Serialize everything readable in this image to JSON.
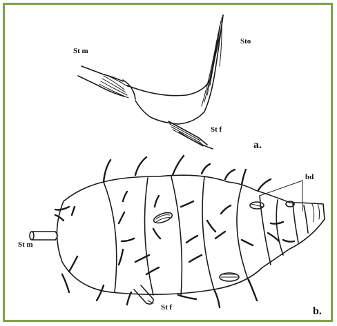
{
  "figure": {
    "labels": {
      "sto": "Sto",
      "st_m_a": "St m",
      "st_f_a": "St f",
      "panel_a": "a.",
      "bd": "bd",
      "st_m_b": "St m",
      "st_f_b": "St f",
      "panel_b": "b."
    },
    "colors": {
      "frame_border": "#7fa04a",
      "ink": "#1a1a1a",
      "background": "#ffffff"
    }
  }
}
